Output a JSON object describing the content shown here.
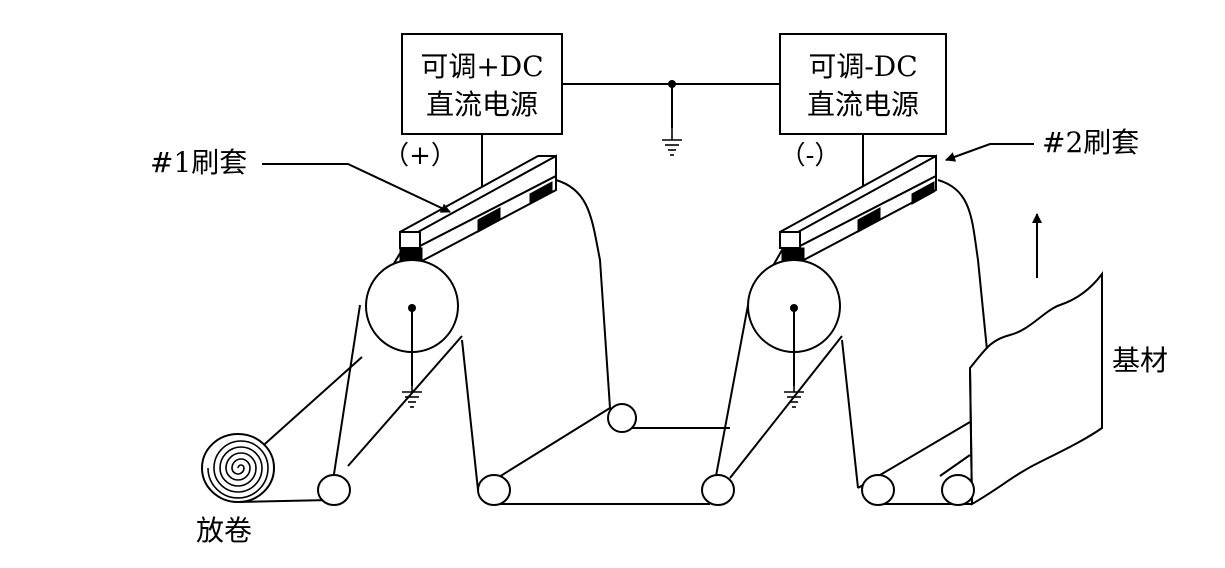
{
  "power_supply_positive": {
    "line1": "可调+DC",
    "line2": "直流电源",
    "polarity": "（+）"
  },
  "power_supply_negative": {
    "line1": "可调-DC",
    "line2": "直流电源",
    "polarity": "（-）"
  },
  "brush1_label": "#1刷套",
  "brush2_label": "#2刷套",
  "substrate_label": "基材",
  "unwind_label": "放卷",
  "colors": {
    "line": "#000000",
    "background": "#ffffff"
  },
  "icons": [
    "ground-icon",
    "spiral-roll-icon",
    "direction-arrow-icon"
  ]
}
